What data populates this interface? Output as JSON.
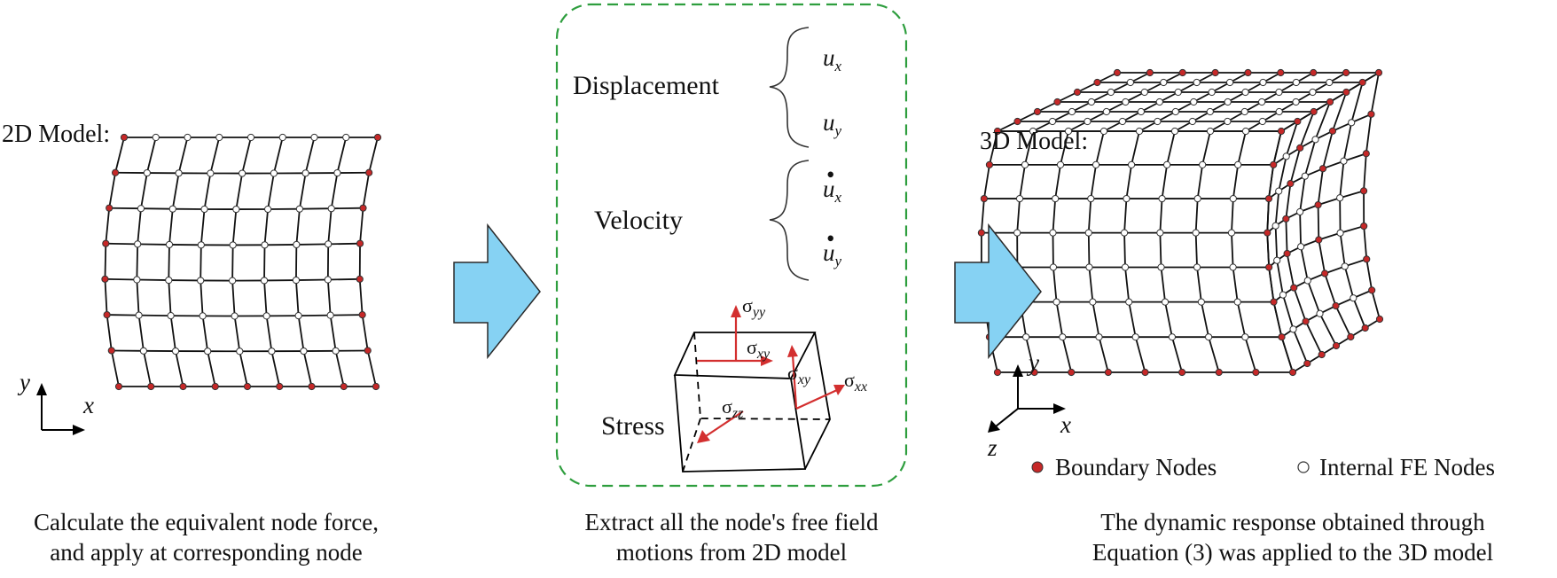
{
  "model2d": {
    "title": "2D Model:",
    "caption_line1": "Calculate the equivalent node force,",
    "caption_line2": "and apply at corresponding node",
    "axis_y": "y",
    "axis_x": "x"
  },
  "middle": {
    "displacement_label": "Displacement",
    "velocity_label": "Velocity",
    "stress_label": "Stress",
    "u": "u",
    "sub_x": "x",
    "sub_y": "y",
    "sigma_yy": "σ",
    "sigma_yy_sub": "yy",
    "sigma_xy": "σ",
    "sigma_xy_sub": "xy",
    "sigma_xy2": "σ",
    "sigma_xy2_sub": "xy",
    "sigma_xx": "σ",
    "sigma_xx_sub": "xx",
    "sigma_zz": "σ",
    "sigma_zz_sub": "zz",
    "caption_line1": "Extract all the node's free field",
    "caption_line2": "motions from 2D model"
  },
  "model3d": {
    "title": "3D Model:",
    "axis_y": "y",
    "axis_x": "x",
    "axis_z": "z",
    "legend_boundary": "Boundary Nodes",
    "legend_internal": "Internal FE Nodes",
    "caption_line1": "The dynamic response obtained through",
    "caption_line2": "Equation (3) was applied to the 3D model"
  },
  "colors": {
    "boundary_node": "#c62828",
    "internal_node": "#ffffff",
    "arrow_fill": "#86d2f3",
    "stress_arrow": "#d32f2f",
    "dash_box": "#2e9e3e"
  }
}
